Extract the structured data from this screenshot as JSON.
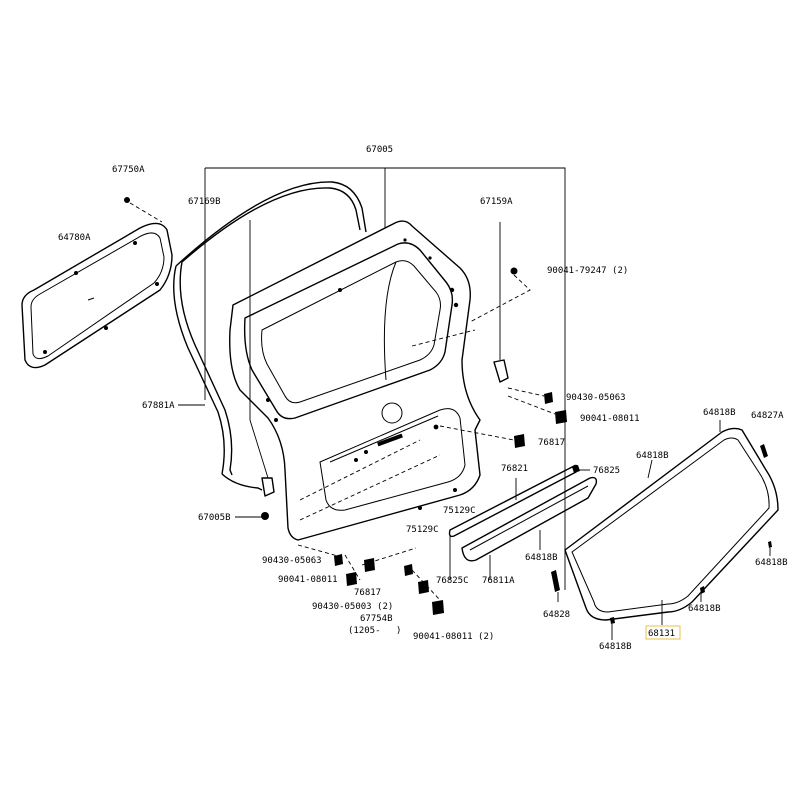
{
  "labels": {
    "p67005": "67005",
    "p67750A": "67750A",
    "p67169B": "67169B",
    "p67159A": "67159A",
    "p64780A": "64780A",
    "p90041_79247": "90041-79247 (2)",
    "p67881A": "67881A",
    "p90430_05063_r": "90430-05063",
    "p90041_08011_r": "90041-08011",
    "p76817_r": "76817",
    "p64818B_a": "64818B",
    "p64827A": "64827A",
    "p64818B_b": "64818B",
    "p76821": "76821",
    "p76825": "76825",
    "p67005B": "67005B",
    "p75129C_a": "75129C",
    "p75129C_b": "75129C",
    "p90430_05063_l": "90430-05063",
    "p76825C": "76825C",
    "p76811A": "76811A",
    "p64818B_c": "64818B",
    "p64818B_d": "64818B",
    "p90041_08011_l": "90041-08011",
    "p76817_l": "76817",
    "p90430_05003": "90430-05003 (2)",
    "p67754B": "67754B",
    "p1205": "(1205-",
    "p1205_close": ")",
    "p90041_08011_2": "90041-08011 (2)",
    "p64828": "64828",
    "p64818B_e": "64818B",
    "p68131": "68131",
    "p64818B_f": "64818B"
  },
  "highlight": {
    "color": "#e8c14a"
  }
}
